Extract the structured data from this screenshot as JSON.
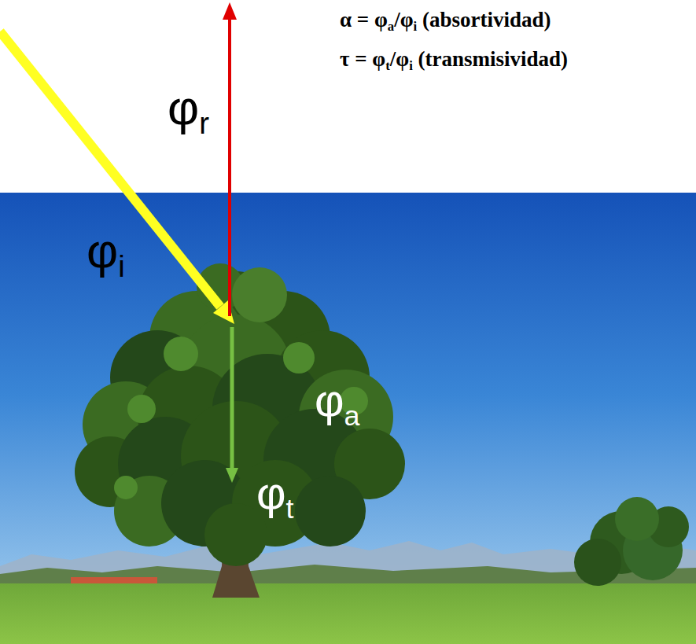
{
  "diagram": {
    "labels": [
      "α = φa/φi (absortividad)",
      "τ = φt/φi (transmisividad)",
      "φr",
      "φi",
      "φa",
      "φt"
    ]
  }
}
